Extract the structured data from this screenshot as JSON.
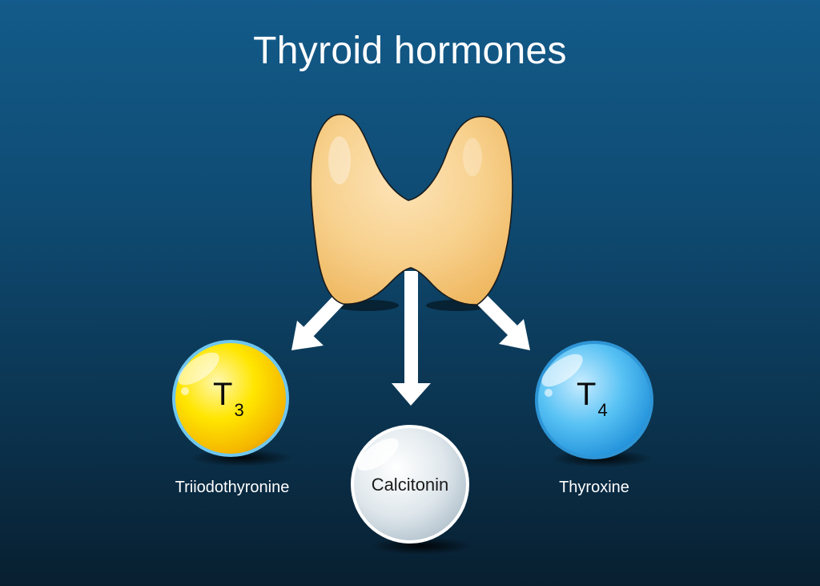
{
  "title": "Thyroid hormones",
  "hormones": [
    {
      "id": "t3",
      "symbol": "T",
      "subscript": "3",
      "name": "Triiodothyronine",
      "color": "#f2c200"
    },
    {
      "id": "calcitonin",
      "label": "Calcitonin",
      "color": "#c9d6de"
    },
    {
      "id": "t4",
      "symbol": "T",
      "subscript": "4",
      "name": "Thyroxine",
      "color": "#3aa8e6"
    }
  ],
  "colors": {
    "background_top": "#135b8a",
    "background_bottom": "#081f30",
    "gland_fill": "#f6cf8a",
    "gland_outline": "#1a1a1a",
    "arrow": "#ffffff"
  }
}
